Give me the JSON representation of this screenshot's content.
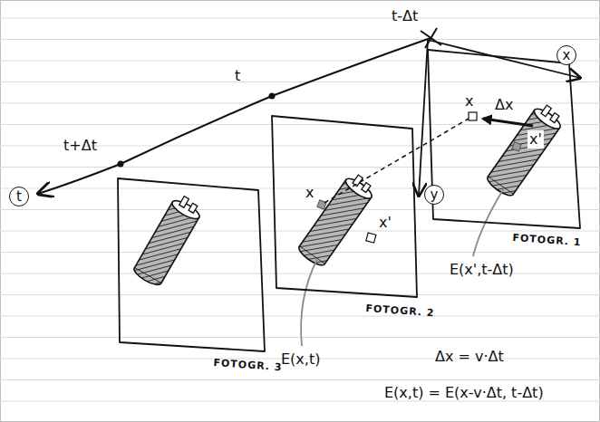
{
  "diagram": {
    "nodes": [
      {
        "text": [
          "FOTOGR. 1"
        ]
      },
      {
        "text": [
          "FOTOGR. 2"
        ]
      },
      {
        "text": [
          "FOTOGR. 3"
        ]
      }
    ],
    "labels": [
      "t-Δt",
      "t",
      "t+Δt",
      "t",
      "x",
      "y",
      "x",
      "Δx",
      "x'",
      "x",
      "x'",
      "E(x',t-Δt)",
      "E(x,t)",
      "Δx = v·Δt",
      "E(x,t) = E(x-v·Δt, t-Δt)"
    ]
  }
}
